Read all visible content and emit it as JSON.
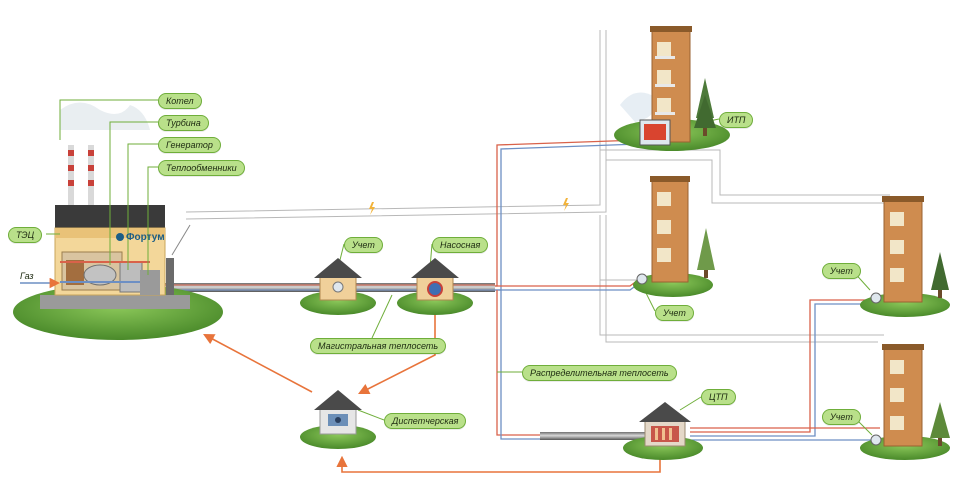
{
  "labels": {
    "kotel": "Котел",
    "turbina": "Турбина",
    "generator": "Генератор",
    "teploobmenniki": "Теплообменники",
    "tec": "ТЭЦ",
    "gaz": "Газ",
    "fortum": "Фортум",
    "uchet_center": "Учет",
    "nasosnaya": "Насосная",
    "magistral": "Магистральная теплосеть",
    "dispetcherskaya": "Диспетчерская",
    "raspredel": "Распределительная теплосеть",
    "itp": "ИТП",
    "uchet_building2": "Учет",
    "ctp": "ЦТП",
    "uchet_right_top": "Учет",
    "uchet_right_bottom": "Учет"
  },
  "colors": {
    "label_fill": "#b9e08a",
    "label_border": "#6fae3a",
    "leader_line": "#6fae3a",
    "flow_arrow": "#e8743b",
    "supply_pipe": "#d9624a",
    "return_pipe": "#6d8fc4",
    "grass": "#5b9a33",
    "brick": "#c9864a",
    "roof": "#4a4a4a"
  }
}
